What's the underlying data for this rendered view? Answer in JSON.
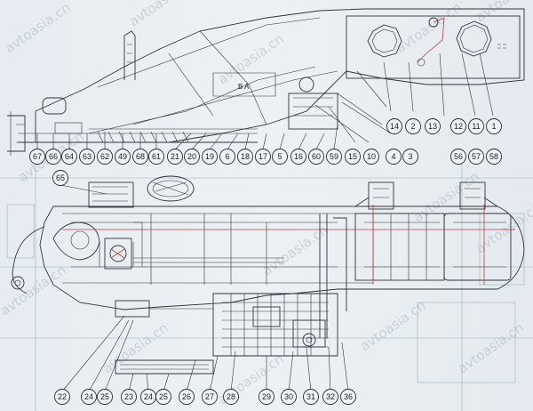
{
  "watermark": "avtoasia.cn",
  "frame_marking": "B A",
  "upper_callouts_row": [
    "67",
    "66",
    "64",
    "63",
    "62",
    "49",
    "68",
    "61",
    "21",
    "20",
    "19",
    "6",
    "18",
    "17",
    "5",
    "16",
    "60",
    "59"
  ],
  "upper_callouts_right": [
    "14",
    "2",
    "13",
    "12",
    "11",
    "1",
    "15",
    "10",
    "4",
    "3",
    "56",
    "57",
    "58"
  ],
  "left_callout": "65",
  "bottom_callouts": [
    "22",
    "24",
    "25",
    "23",
    "24",
    "25",
    "26",
    "27",
    "28",
    "29",
    "30",
    "31",
    "32",
    "36"
  ]
}
